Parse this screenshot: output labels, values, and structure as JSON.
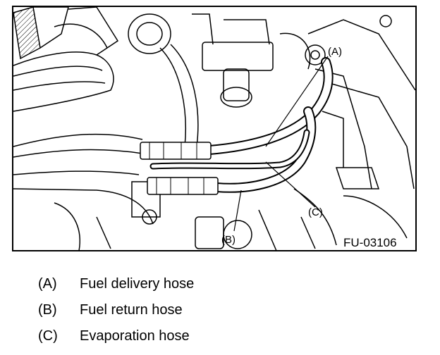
{
  "figure": {
    "id": "FU-03106",
    "callouts": [
      {
        "key": "(A)"
      },
      {
        "key": "(B)"
      },
      {
        "key": "(C)"
      }
    ]
  },
  "legend": [
    {
      "key": "(A)",
      "text": "Fuel delivery hose"
    },
    {
      "key": "(B)",
      "text": "Fuel return hose"
    },
    {
      "key": "(C)",
      "text": "Evaporation hose"
    }
  ],
  "colors": {
    "ink": "#000000",
    "paper": "#ffffff"
  }
}
